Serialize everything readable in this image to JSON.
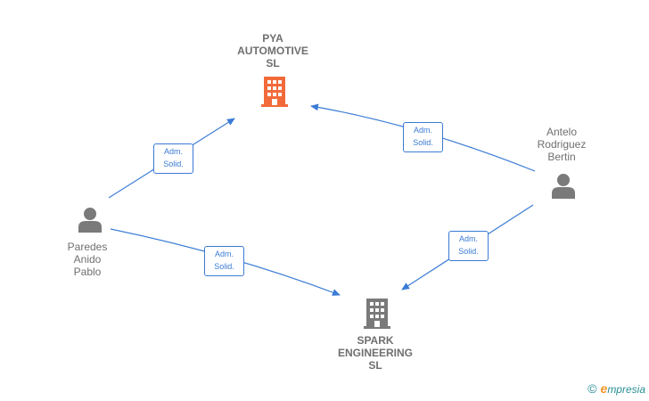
{
  "nodes": {
    "pya": {
      "label": "PYA\nAUTOMOTIVE\nSL",
      "color": "#f26a3a",
      "icon": "building-icon"
    },
    "spark": {
      "label": "SPARK\nENGINEERING\nSL",
      "color": "#7a7a7a",
      "icon": "building-icon"
    },
    "antelo": {
      "label": "Antelo\nRodriguez\nBertin",
      "color": "#7a7a7a",
      "icon": "person-icon"
    },
    "paredes": {
      "label": "Paredes\nAnido\nPablo",
      "color": "#7a7a7a",
      "icon": "person-icon"
    }
  },
  "edges": [
    {
      "from": "paredes",
      "to": "pya",
      "label": "Adm.\nSolid."
    },
    {
      "from": "paredes",
      "to": "spark",
      "label": "Adm.\nSolid."
    },
    {
      "from": "antelo",
      "to": "pya",
      "label": "Adm.\nSolid."
    },
    {
      "from": "antelo",
      "to": "spark",
      "label": "Adm.\nSolid."
    }
  ],
  "footer": {
    "copyright": "©",
    "brand_initial": "e",
    "brand_rest": "mpresia"
  },
  "colors": {
    "edge": "#3a7bd5"
  }
}
